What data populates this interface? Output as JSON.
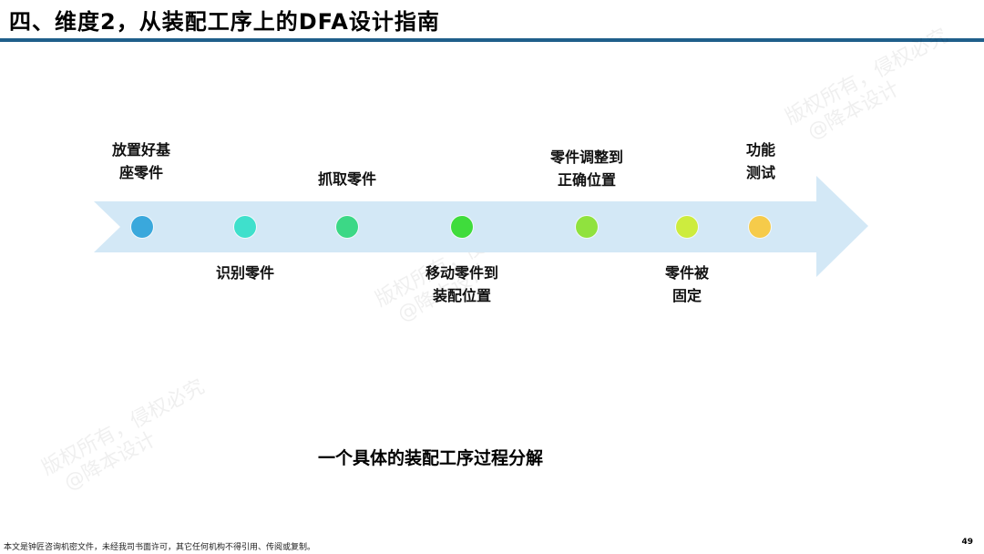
{
  "title": "四、维度2，从装配工序上的DFA设计指南",
  "watermarks": [
    {
      "line1": "版权所有，侵权必究",
      "line2": "@降本设计"
    },
    {
      "line1": "版权所有，侵权必究",
      "line2": "@降本设计"
    },
    {
      "line1": "版权所有，侵权必究",
      "line2": "@降本设计"
    }
  ],
  "steps": [
    {
      "label": "放置好基\n座零件",
      "color": "#3aa8dc"
    },
    {
      "label": "识别零件",
      "color": "#3fe0cc"
    },
    {
      "label": "抓取零件",
      "color": "#3cd886"
    },
    {
      "label": "移动零件到\n装配位置",
      "color": "#3fdc3c"
    },
    {
      "label": "零件调整到\n正确位置",
      "color": "#90e23e"
    },
    {
      "label": "零件被\n固定",
      "color": "#cdec3e"
    },
    {
      "label": "功能\n测试",
      "color": "#f6cb4a"
    }
  ],
  "arrow_color": "#d3e8f6",
  "caption": "一个具体的装配工序过程分解",
  "footer": "本文是钟匠咨询机密文件，未经我司书面许可，其它任何机构不得引用、传阅或复制。",
  "page_number": "49"
}
